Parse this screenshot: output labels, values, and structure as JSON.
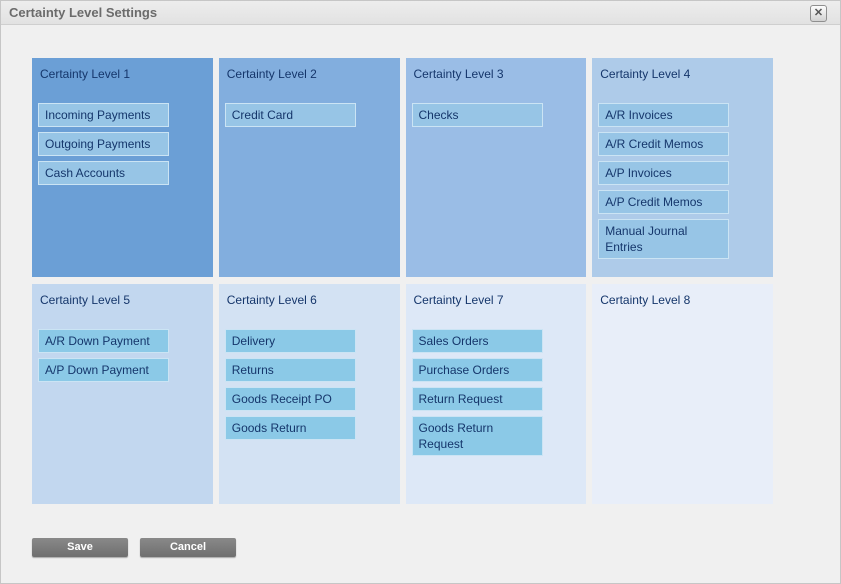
{
  "dialog": {
    "title": "Certainty Level Settings",
    "close_glyph": "✕"
  },
  "panels": [
    {
      "label": "Certainty Level 1",
      "bg": "#6b9fd6",
      "items": [
        "Incoming Payments",
        "Outgoing Payments",
        "Cash Accounts"
      ]
    },
    {
      "label": "Certainty Level 2",
      "bg": "#82aede",
      "items": [
        "Credit Card"
      ]
    },
    {
      "label": "Certainty Level 3",
      "bg": "#9abde6",
      "items": [
        "Checks"
      ]
    },
    {
      "label": "Certainty Level 4",
      "bg": "#aecbe9",
      "items": [
        "A/R Invoices",
        "A/R Credit Memos",
        "A/P Invoices",
        "A/P Credit Memos",
        "Manual Journal Entries"
      ]
    },
    {
      "label": "Certainty Level 5",
      "bg": "#c2d7ef",
      "items": [
        "A/R Down Payment",
        "A/P Down Payment"
      ]
    },
    {
      "label": "Certainty Level 6",
      "bg": "#d3e2f3",
      "items": [
        "Delivery",
        "Returns",
        "Goods Receipt PO",
        "Goods Return"
      ]
    },
    {
      "label": "Certainty Level 7",
      "bg": "#dde8f7",
      "items": [
        "Sales Orders",
        "Purchase Orders",
        "Return Request",
        "Goods Return Request"
      ]
    },
    {
      "label": "Certainty Level 8",
      "bg": "#e8eef9",
      "items": []
    }
  ],
  "footer": {
    "save_label": "Save",
    "cancel_label": "Cancel"
  },
  "colors": {
    "chip_bg_top_row": "#97c5e6",
    "chip_bg_bottom_row": "#8bc9e7",
    "chip_border": "#cbe4f4",
    "panel_text": "#15366b",
    "button_bg": "#7b7b7b"
  }
}
